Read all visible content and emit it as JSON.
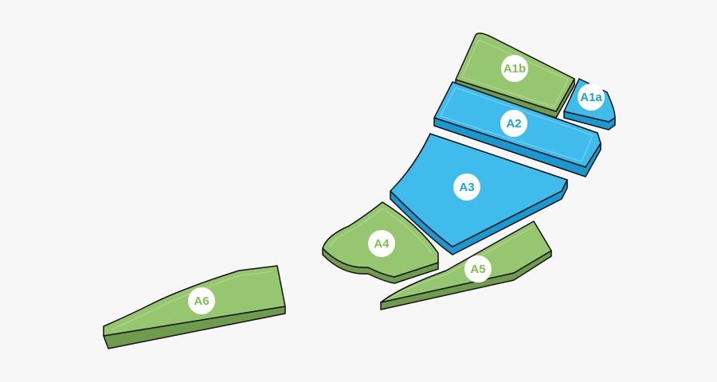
{
  "colors": {
    "background": "#f7f7f7",
    "green_fill": "#96c66f",
    "green_side": "#7aa956",
    "green_label": "#7fbf4d",
    "blue_fill": "#3fbcec",
    "blue_side": "#1a98d0",
    "blue_label": "#1aa3d9",
    "outline": "#111111",
    "badge": "#ffffff"
  },
  "zones": [
    {
      "id": "A1b",
      "label": "A1b",
      "color_group": "green"
    },
    {
      "id": "A1a",
      "label": "A1a",
      "color_group": "blue"
    },
    {
      "id": "A2",
      "label": "A2",
      "color_group": "blue"
    },
    {
      "id": "A3",
      "label": "A3",
      "color_group": "blue"
    },
    {
      "id": "A4",
      "label": "A4",
      "color_group": "green"
    },
    {
      "id": "A5",
      "label": "A5",
      "color_group": "green"
    },
    {
      "id": "A6",
      "label": "A6",
      "color_group": "green"
    }
  ]
}
